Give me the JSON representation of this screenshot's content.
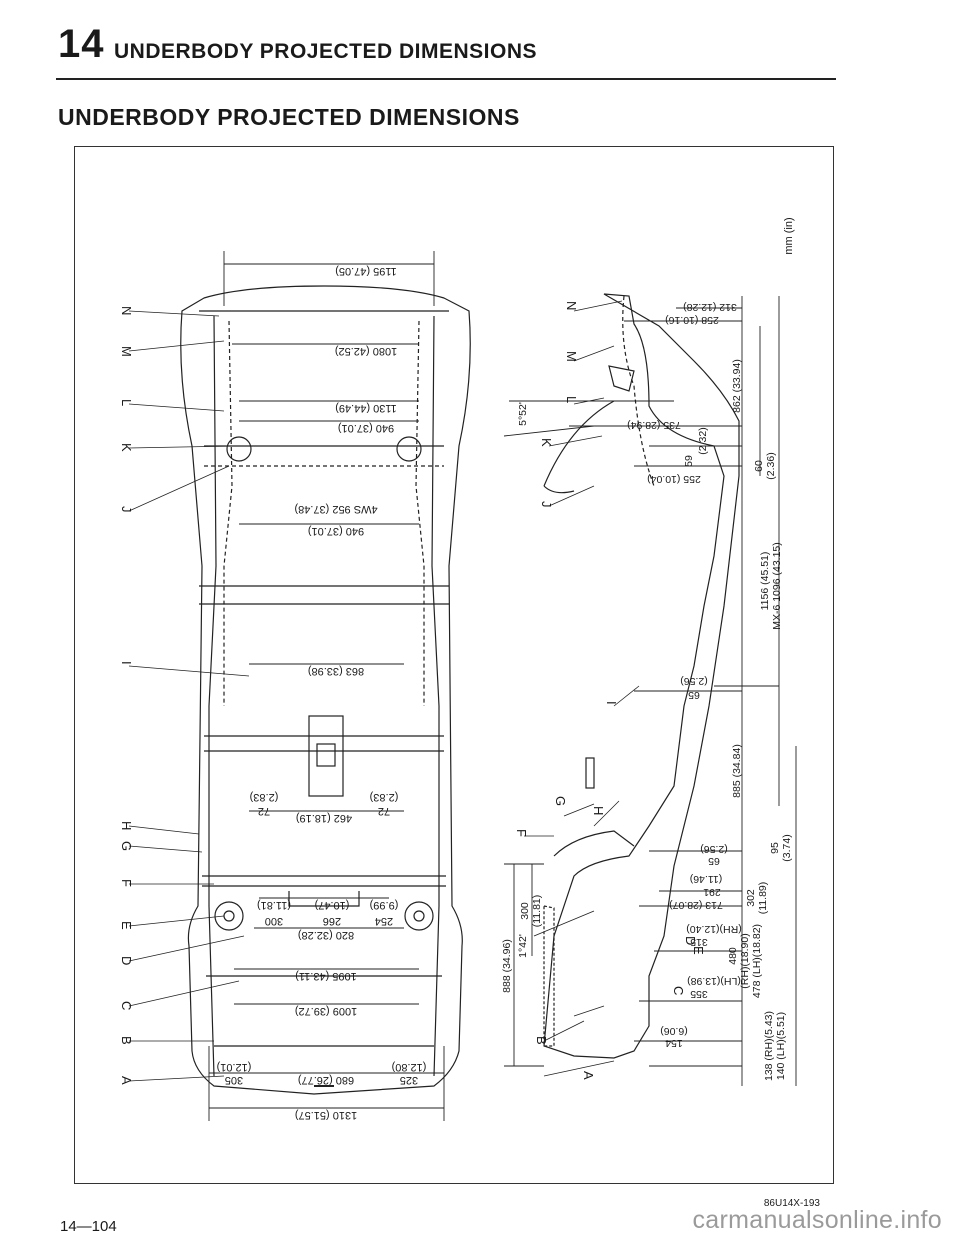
{
  "header": {
    "chapter_number": "14",
    "chapter_title": "UNDERBODY PROJECTED DIMENSIONS"
  },
  "section_title": "UNDERBODY PROJECTED DIMENSIONS",
  "units": "mm (in)",
  "plan_view": {
    "dimensions": {
      "top_width": "1195 (47.05)",
      "m_width": "1080 (42.52)",
      "l_width": "1130 (44.49)",
      "k_width": "940 (37.01)",
      "j_4ws": "4WS 952 (37.48)",
      "j_width": "940 (37.01)",
      "i_width": "863 (33.98)",
      "g_72_left": "72",
      "g_72_left_in": "(2.83)",
      "g_72_right": "72",
      "g_72_right_in": "(2.83)",
      "g_center": "462 (18.19)",
      "e_300": "300",
      "e_300_in": "(11.81)",
      "e_266": "266",
      "e_266_in": "(10.47)",
      "e_254": "254",
      "e_254_in": "(9.99)",
      "e_820": "820 (32.28)",
      "d_width": "1095 (43.11)",
      "c_width": "1009 (39.72)",
      "b_305": "305",
      "b_305_in": "(12.01)",
      "b_680": "680 (26.77)",
      "b_325": "325",
      "b_325_in": "(12.80)",
      "bottom_width": "1310 (51.57)"
    }
  },
  "side_view": {
    "angle_top": "5°52'",
    "angle_bottom": "1°42'",
    "dimensions": {
      "top_312": "312 (12.28)",
      "top_258": "258 (10.16)",
      "l_735": "735 (28.94)",
      "k_59": "59",
      "k_59_in": "(2.32)",
      "k_255": "255 (10.04)",
      "i_65": "65",
      "i_65_in": "(2.56)",
      "f_65": "65",
      "f_65_in": "(2.56)",
      "e_291": "291",
      "e_291_in": "(11.46)",
      "e_713": "713 (28.07)",
      "d_315": "315",
      "d_315_rh": "(RH)(12.40)",
      "c_355": "355",
      "c_355_lh": "(LH)(13.98)",
      "b_154": "154",
      "b_154_in": "(6.06)",
      "left_888": "888 (34.96)",
      "left_300": "300",
      "left_300_in": "(11.81)"
    },
    "vertical": {
      "v862": "862 (33.94)",
      "v60": "60",
      "v60_in": "(2.36)",
      "v1156": "1156 (45.51)",
      "v1096": "MX-6 1096 (43.15)",
      "v885": "885 (34.84)",
      "v302": "302",
      "v302_in": "(11.89)",
      "v95": "95",
      "v95_in": "(3.74)",
      "v480": "480",
      "v480_rh": "(RH)(18.90)",
      "v478": "478 (LH)(18.82)",
      "v138": "138 (RH)(5.43)",
      "v140": "140 (LH)(5.51)"
    }
  },
  "plan_labels": [
    "N",
    "M",
    "L",
    "K",
    "J",
    "I",
    "H",
    "G",
    "F",
    "E",
    "D",
    "C",
    "B",
    "A"
  ],
  "side_labels": [
    "N",
    "M",
    "L",
    "K",
    "J",
    "I",
    "H",
    "G",
    "F",
    "E",
    "D",
    "C",
    "B",
    "A"
  ],
  "figure_code": "86U14X-193",
  "page_number": "14—104",
  "watermark": "carmanualsonline.info"
}
